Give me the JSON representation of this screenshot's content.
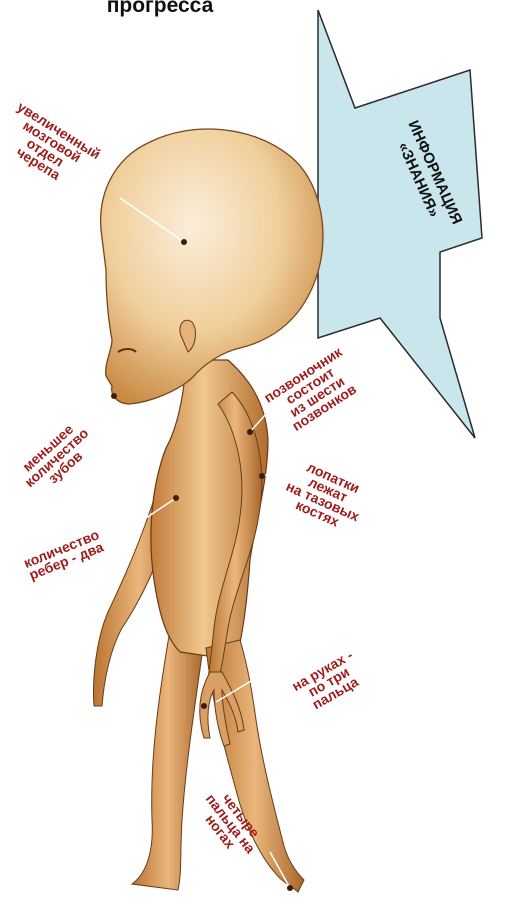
{
  "title": "прогресса",
  "callout": {
    "text": "ИНФОРМАЦИЯ\n«ЗНАНИЯ»",
    "fill": "#c8e6eb",
    "stroke": "#2b2b2b"
  },
  "colors": {
    "label": "#9e1c1c",
    "skin_light": "#f3d7a8",
    "skin_mid": "#e0a56a",
    "skin_dark": "#b87532",
    "outline": "#6b3a14"
  },
  "labels": {
    "skull": "увеличенный\nмозговой\nотдел\nчерепа",
    "teeth": "меньшее\nколичество\nзубов",
    "spine": "позвоночник\nсостоит\nиз шести\nпозвонков",
    "shoulder": "лопатки\nлежат\nна тазовых\nкостях",
    "ribs": "количество\nребер - два",
    "hands": "на руках -\nпо три\nпальца",
    "feet": "четыре\nпальца на\nногах"
  }
}
